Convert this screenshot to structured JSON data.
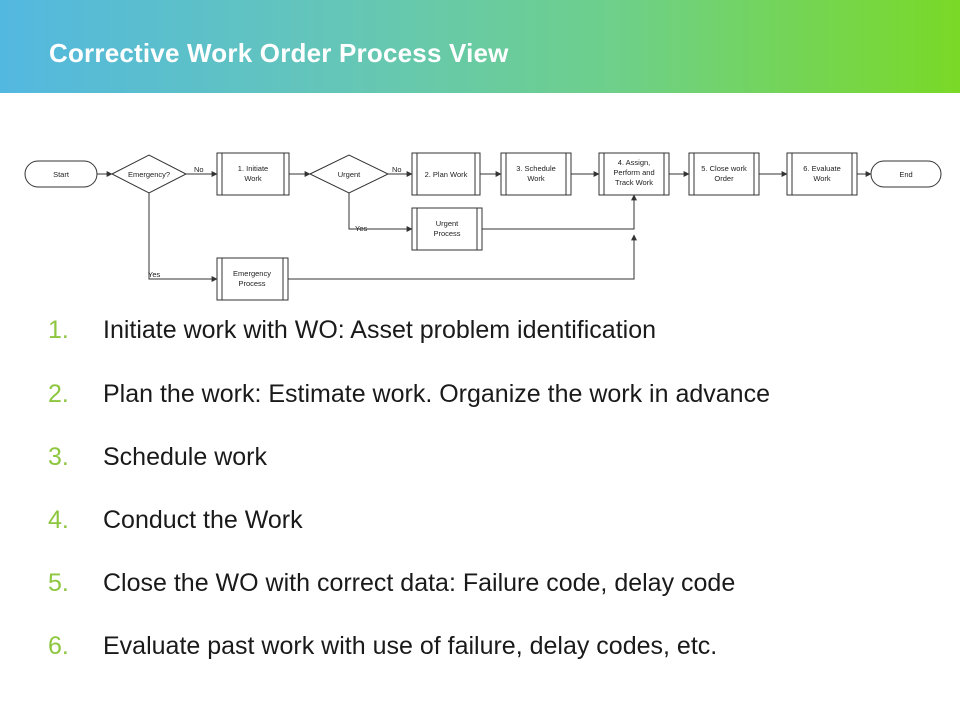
{
  "header": {
    "title": "Corrective Work Order Process View",
    "gradient": [
      "#53b8e0",
      "#7ad926"
    ]
  },
  "diagram": {
    "nodes": {
      "start": "Start",
      "emergency": "Emergency?",
      "initiate": [
        "1. Initiate",
        "Work"
      ],
      "urgent": "Urgent",
      "plan": "2. Plan Work",
      "schedule": [
        "3. Schedule",
        "Work"
      ],
      "assign": [
        "4. Assign,",
        "Perform and",
        "Track Work"
      ],
      "close": [
        "5. Close work",
        "Order"
      ],
      "evaluate": [
        "6. Evaluate",
        "Work"
      ],
      "end": "End",
      "urgent_process": [
        "Urgent",
        "Process"
      ],
      "emergency_process": [
        "Emergency",
        "Process"
      ]
    },
    "edge_labels": {
      "emergency_no": "No",
      "emergency_yes": "Yes",
      "urgent_no": "No",
      "urgent_yes": "Yes"
    }
  },
  "steps": [
    {
      "num": "1.",
      "text": "Initiate work with WO: Asset problem identification"
    },
    {
      "num": "2.",
      "text": "Plan the work: Estimate work. Organize the work in advance"
    },
    {
      "num": "3.",
      "text": "Schedule work"
    },
    {
      "num": "4.",
      "text": "Conduct the Work"
    },
    {
      "num": "5.",
      "text": "Close the WO with correct data: Failure code, delay code"
    },
    {
      "num": "6.",
      "text": "Evaluate past work with use of failure, delay codes, etc."
    }
  ],
  "colors": {
    "accent": "#8dc63f",
    "text": "#1a1a1a"
  }
}
